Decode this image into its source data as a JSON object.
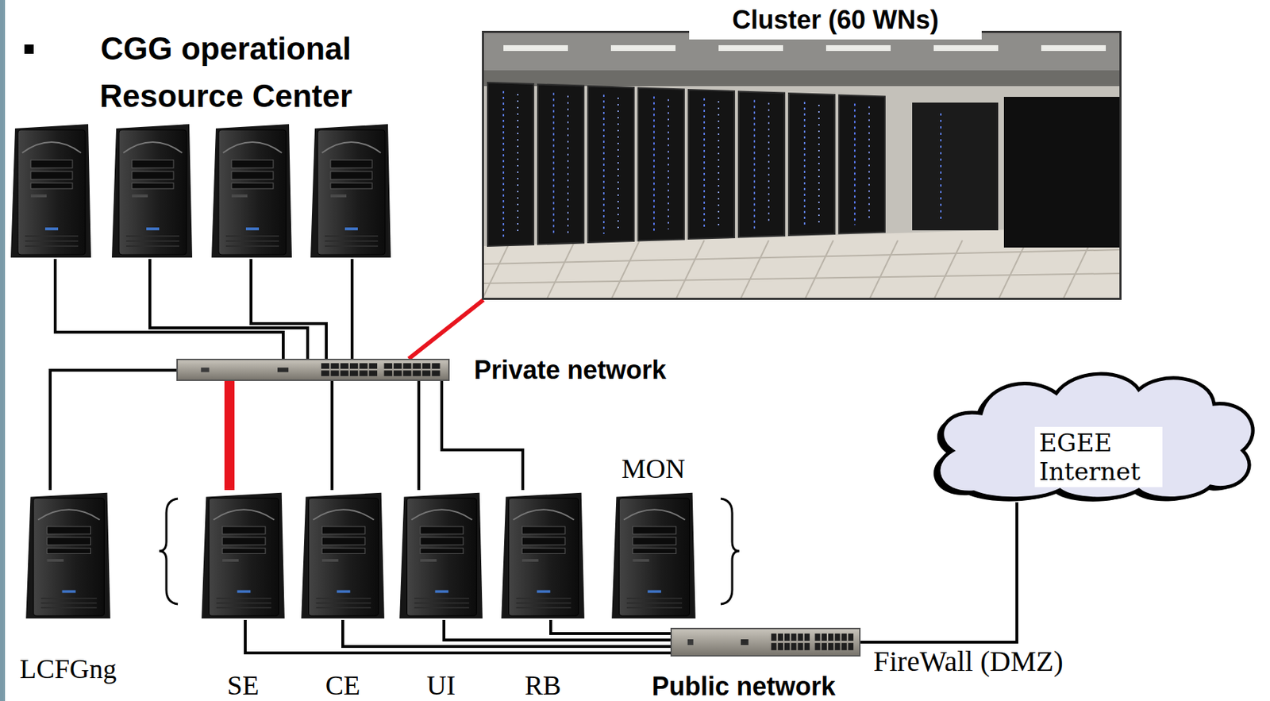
{
  "diagram": {
    "title": "CGG operational Resource Center",
    "nodes": [
      {
        "text": [
          "Cluster (60 WNs)"
        ]
      },
      {
        "text": [
          "Private network"
        ]
      },
      {
        "text": [
          "EGEE Internet"
        ]
      },
      {
        "text": [
          "LCFGng"
        ]
      },
      {
        "text": [
          "SE"
        ]
      },
      {
        "text": [
          "CE"
        ]
      },
      {
        "text": [
          "UI"
        ]
      },
      {
        "text": [
          "RB"
        ]
      },
      {
        "text": [
          "MON"
        ]
      },
      {
        "text": [
          "Public network"
        ]
      }
    ],
    "edges": [
      {
        "from": 1,
        "to": 0,
        "arrow": "none"
      },
      {
        "from": 1,
        "to": 3,
        "arrow": "none"
      },
      {
        "from": 1,
        "to": 4,
        "arrow": "none"
      },
      {
        "from": 1,
        "to": 5,
        "arrow": "none"
      },
      {
        "from": 1,
        "to": 6,
        "arrow": "none"
      },
      {
        "from": 1,
        "to": 7,
        "arrow": "none"
      },
      {
        "from": 4,
        "to": 9,
        "arrow": "none"
      },
      {
        "from": 5,
        "to": 9,
        "arrow": "none"
      },
      {
        "from": 6,
        "to": 9,
        "arrow": "none"
      },
      {
        "from": 7,
        "to": 9,
        "arrow": "none"
      },
      {
        "from": 9,
        "to": 2,
        "label": "FireWall (DMZ)",
        "arrow": "none"
      }
    ]
  }
}
